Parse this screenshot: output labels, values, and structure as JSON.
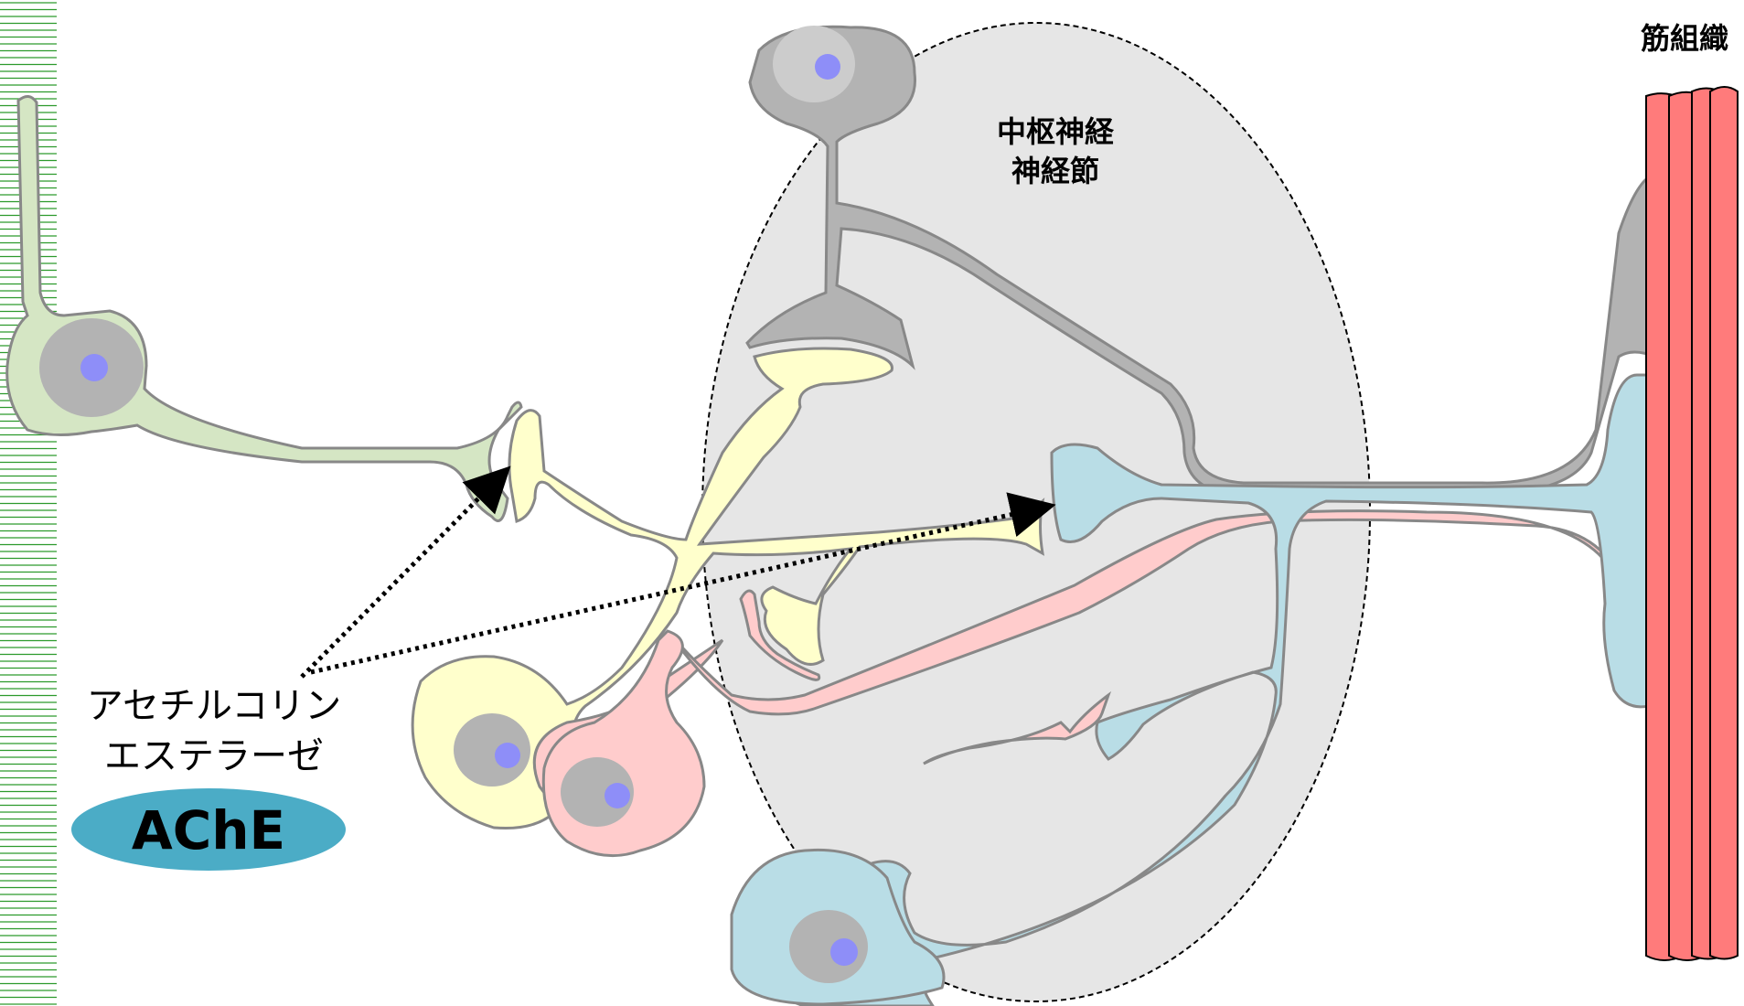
{
  "labels": {
    "ganglion_line1": "中枢神経",
    "ganglion_line2": "神経節",
    "muscle": "筋組織",
    "enzyme_line1": "アセチルコリン",
    "enzyme_line2": "エステラーゼ",
    "enzyme_abbrev": "AChE"
  },
  "colors": {
    "ganglion_fill": "#e6e6e6",
    "green_neuron": "#d5e6c4",
    "yellow_neuron": "#ffffcc",
    "gray_neuron": "#b3b3b3",
    "blue_neuron": "#b9dde6",
    "pink_neuron": "#ffcccc",
    "muscle": "#ff7b7b",
    "nucleus": "#8e8ef8",
    "ache_ellipse": "#4bacc6",
    "stripe": "#2c9a2c"
  }
}
